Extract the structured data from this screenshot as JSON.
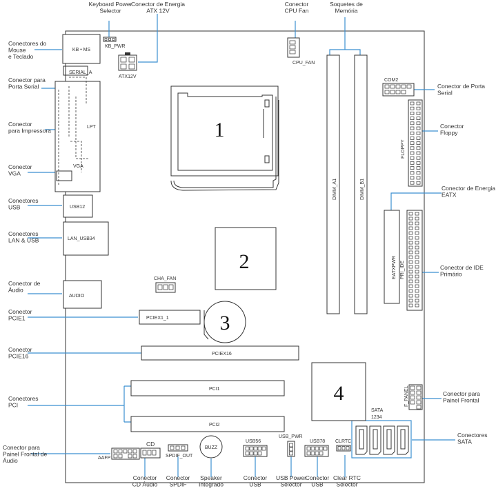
{
  "numbers": {
    "n1": "1",
    "n2": "2",
    "n3": "3",
    "n4": "4"
  },
  "board_labels": {
    "kbms": "KB • MS",
    "kb_pwr": "KB_PWR",
    "atx12v": "ATX12V",
    "serial_a": "SERIAL_A",
    "lpt": "LPT",
    "vga": "VGA",
    "usb12": "USB12",
    "lan_usb34": "LAN_USB34",
    "audio": "AUDIO",
    "cpu_fan": "CPU_FAN",
    "com2": "COM2",
    "floppy": "FLOPPY",
    "dimm_a1": "DIMM_A1",
    "dimm_b1": "DIMM_B1",
    "eatxpwr": "EATXPWR",
    "pri_ide": "PRI_IDE",
    "cha_fan": "CHA_FAN",
    "pciex1_1": "PCIEX1_1",
    "pciex16": "PCIEX16",
    "pci1": "PCI1",
    "pci2": "PCI2",
    "f_panel": "F_PANEL",
    "sata": "SATA",
    "sata_num": "1234",
    "aafp": "AAFP",
    "cd": "CD",
    "spdif_out": "SPDIF_OUT",
    "buzz": "BUZZ",
    "usb56": "USB56",
    "usb_pwr": "USB_PWR",
    "usb78": "USB78",
    "clrtc": "CLRTC"
  },
  "callouts": {
    "keyboard_power": [
      "Keyboard Power",
      "Selector"
    ],
    "atx_power": [
      "Conector de Energia",
      "ATX 12V"
    ],
    "cpu_fan": [
      "Conector",
      "CPU Fan"
    ],
    "memory": [
      "Soquetes de",
      "Memória"
    ],
    "mouse_kb": [
      "Conectores do",
      "Mouse",
      "e Teclado"
    ],
    "serial_port": [
      "Conector para",
      "Porta Serial"
    ],
    "printer": [
      "Conector",
      "para Impressora"
    ],
    "vga": [
      "Conector",
      "VGA"
    ],
    "usb": [
      "Conectores",
      "USB"
    ],
    "lan_usb": [
      "Conectores",
      "LAN & USB"
    ],
    "audio": [
      "Conector de",
      "Áudio"
    ],
    "pcie1": [
      "Conector",
      "PCIE1"
    ],
    "pcie16": [
      "Conector",
      "PCIE16"
    ],
    "pci": [
      "Conectores",
      "PCI"
    ],
    "front_audio": [
      "Conector para",
      "Painel Frontal de",
      "Áudio"
    ],
    "com_port": [
      "Conector de Porta",
      "Serial"
    ],
    "floppy": [
      "Conector",
      "Floppy"
    ],
    "eatx": [
      "Conector de Energia",
      "EATX"
    ],
    "ide": [
      "Conector de IDE",
      "Primário"
    ],
    "front_panel": [
      "Conector para",
      "Painel Frontal"
    ],
    "sata": [
      "Conectores",
      "SATA"
    ],
    "cd_audio": [
      "Conector",
      "CD Áudio"
    ],
    "spdif": [
      "Conector",
      "SPDIF"
    ],
    "speaker": [
      "Speaker",
      "Integrado"
    ],
    "usb_bottom": [
      "Conector",
      "USB"
    ],
    "usb_power": [
      "USB Power",
      "Selector"
    ],
    "usb_bottom2": [
      "Conector",
      "USB"
    ],
    "clear_rtc": [
      "Clear RTC",
      "Selector"
    ]
  }
}
